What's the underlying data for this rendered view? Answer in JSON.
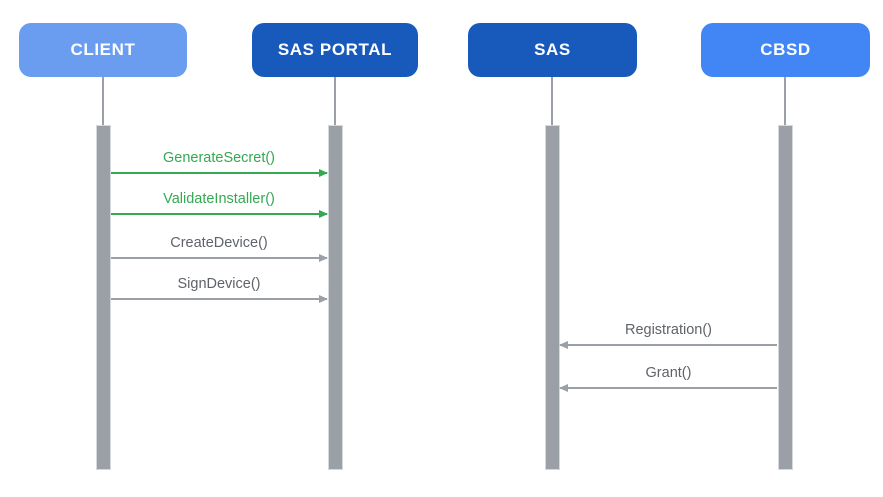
{
  "diagram": {
    "type": "sequence-diagram",
    "background": "#ffffff"
  },
  "colors": {
    "actor_light_blue": "#6A9DF0",
    "actor_dark_blue": "#185ABC",
    "actor_medium_blue": "#4285F4",
    "actor_text": "#ffffff",
    "message_green": "#34A853",
    "message_gray_text": "#5F6368",
    "message_gray_line": "#9AA0A6",
    "lifeline_fill": "#9AA0A6",
    "lifeline_border": "#D5D8DC"
  },
  "actors": [
    {
      "id": "client",
      "label": "CLIENT",
      "fill": "#6A9DF0",
      "text_color": "#ffffff"
    },
    {
      "id": "sas-portal",
      "label": "SAS PORTAL",
      "fill": "#185ABC",
      "text_color": "#ffffff"
    },
    {
      "id": "sas",
      "label": "SAS",
      "fill": "#185ABC",
      "text_color": "#ffffff"
    },
    {
      "id": "cbsd",
      "label": "CBSD",
      "fill": "#4285F4",
      "text_color": "#ffffff"
    }
  ],
  "messages": [
    {
      "label": "GenerateSecret()",
      "from": "CLIENT",
      "to": "SAS PORTAL",
      "direction": "right",
      "text_color": "#34A853",
      "line_color": "#34A853"
    },
    {
      "label": "ValidateInstaller()",
      "from": "CLIENT",
      "to": "SAS PORTAL",
      "direction": "right",
      "text_color": "#34A853",
      "line_color": "#34A853"
    },
    {
      "label": "CreateDevice()",
      "from": "CLIENT",
      "to": "SAS PORTAL",
      "direction": "right",
      "text_color": "#5F6368",
      "line_color": "#9AA0A6"
    },
    {
      "label": "SignDevice()",
      "from": "CLIENT",
      "to": "SAS PORTAL",
      "direction": "right",
      "text_color": "#5F6368",
      "line_color": "#9AA0A6"
    },
    {
      "label": "Registration()",
      "from": "CBSD",
      "to": "SAS",
      "direction": "left",
      "text_color": "#5F6368",
      "line_color": "#9AA0A6"
    },
    {
      "label": "Grant()",
      "from": "CBSD",
      "to": "SAS",
      "direction": "left",
      "text_color": "#5F6368",
      "line_color": "#9AA0A6"
    }
  ]
}
